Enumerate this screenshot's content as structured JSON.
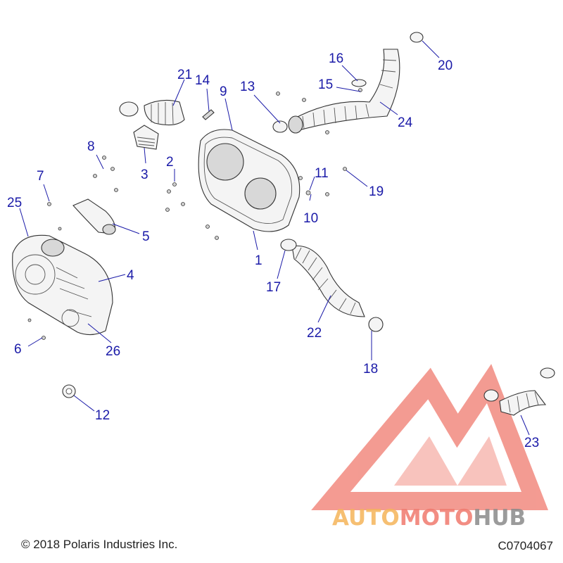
{
  "diagram": {
    "callouts": [
      "1",
      "2",
      "3",
      "4",
      "5",
      "6",
      "7",
      "8",
      "9",
      "10",
      "11",
      "12",
      "13",
      "14",
      "15",
      "16",
      "17",
      "18",
      "19",
      "20",
      "21",
      "22",
      "23",
      "24",
      "25",
      "26"
    ]
  },
  "footer": {
    "copyright": "© 2018 Polaris Industries Inc.",
    "drawing_code": "C0704067"
  },
  "watermark": {
    "text_part1": "AUTO",
    "text_part2": "MOTO",
    "text_part3": "HUB",
    "colors": {
      "triangle": "#f07a6e",
      "text_orange": "#f5b55a",
      "text_red": "#f07a6e",
      "text_gray": "#8a8a8a"
    }
  },
  "colors": {
    "callout": "#1a1aa8",
    "line_art": "#333333"
  }
}
